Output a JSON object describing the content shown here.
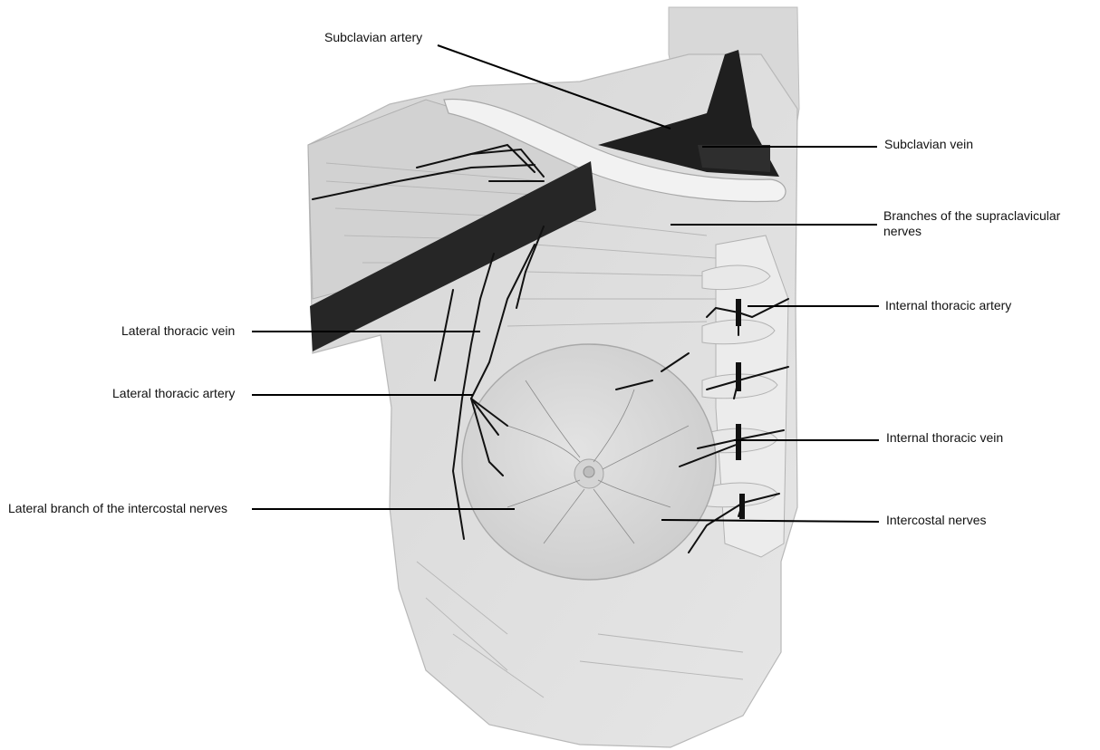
{
  "labels": {
    "subclavian_artery": "Subclavian artery",
    "subclavian_vein": "Subclavian vein",
    "supraclavicular_nerves": "Branches of the supraclavicular nerves",
    "internal_thoracic_artery": "Internal thoracic artery",
    "lateral_thoracic_vein": "Lateral thoracic vein",
    "lateral_thoracic_artery": "Lateral thoracic artery",
    "internal_thoracic_vein": "Internal thoracic vein",
    "lateral_branch_intercostal": "Lateral branch of the intercostal nerves",
    "intercostal_nerves": "Intercostal nerves"
  },
  "colors": {
    "skin": "#dcdcdc",
    "muscle": "#cfcfcf",
    "vessel": "#111111",
    "bone": "#efefef",
    "leader": "#000000"
  }
}
